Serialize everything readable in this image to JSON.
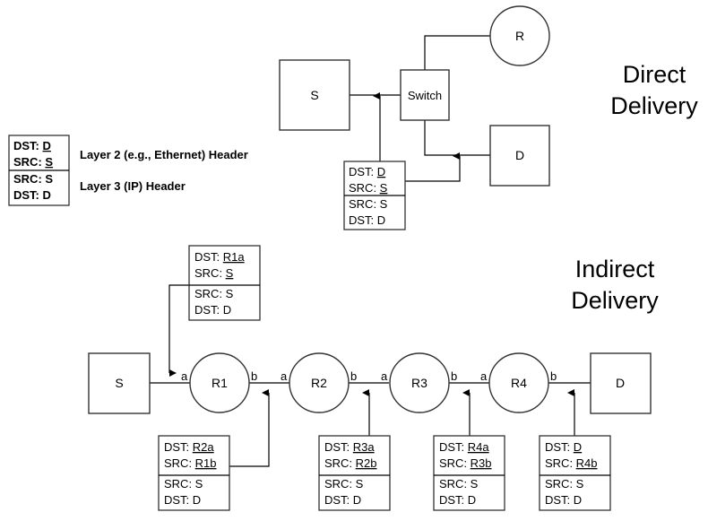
{
  "legend": {
    "layer2": {
      "dst_label": "DST: ",
      "dst_value": "D",
      "src_label": "SRC: ",
      "src_value": "S",
      "description": "Layer 2 (e.g., Ethernet) Header"
    },
    "layer3": {
      "src": "SRC: S",
      "dst": "DST: D",
      "description": "Layer 3 (IP) Header"
    }
  },
  "direct": {
    "title_line1": "Direct",
    "title_line2": "Delivery",
    "nodes": {
      "source": "S",
      "switch": "Switch",
      "router": "R",
      "destination": "D"
    },
    "packet": {
      "l2_dst_label": "DST: ",
      "l2_dst": "D",
      "l2_src_label": "SRC: ",
      "l2_src": "S",
      "l3_src": "SRC: S",
      "l3_dst": "DST: D"
    }
  },
  "indirect": {
    "title_line1": "Indirect",
    "title_line2": "Delivery",
    "nodes": {
      "source": "S",
      "r1": "R1",
      "r2": "R2",
      "r3": "R3",
      "r4": "R4",
      "destination": "D"
    },
    "port_a": "a",
    "port_b": "b",
    "packets": [
      {
        "l2_dst_label": "DST: ",
        "l2_dst": "R1a",
        "l2_src_label": "SRC: ",
        "l2_src": "S",
        "l3_src": "SRC: S",
        "l3_dst": "DST: D"
      },
      {
        "l2_dst_label": "DST: ",
        "l2_dst": "R2a",
        "l2_src_label": "SRC: ",
        "l2_src": "R1b",
        "l3_src": "SRC: S",
        "l3_dst": "DST: D"
      },
      {
        "l2_dst_label": "DST: ",
        "l2_dst": "R3a",
        "l2_src_label": "SRC: ",
        "l2_src": "R2b",
        "l3_src": "SRC: S",
        "l3_dst": "DST: D"
      },
      {
        "l2_dst_label": "DST: ",
        "l2_dst": "R4a",
        "l2_src_label": "SRC: ",
        "l2_src": "R3b",
        "l3_src": "SRC: S",
        "l3_dst": "DST: D"
      },
      {
        "l2_dst_label": "DST: ",
        "l2_dst": "D",
        "l2_src_label": "SRC: ",
        "l2_src": "R4b",
        "l3_src": "SRC: S",
        "l3_dst": "DST: D"
      }
    ]
  }
}
